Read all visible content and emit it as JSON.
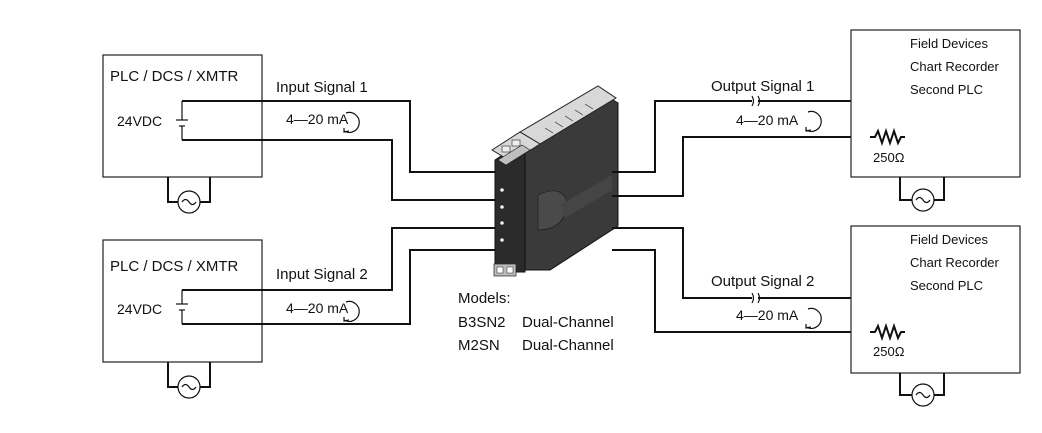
{
  "left_devices": [
    {
      "title": "PLC / DCS / XMTR",
      "supply": "24VDC",
      "signal_label": "Input Signal 1",
      "current": "4—20 mA"
    },
    {
      "title": "PLC / DCS / XMTR",
      "supply": "24VDC",
      "signal_label": "Input Signal 2",
      "current": "4—20 mA"
    }
  ],
  "right_devices": [
    {
      "lines": [
        "Field Devices",
        "Chart Recorder",
        "Second PLC"
      ],
      "signal_label": "Output Signal 1",
      "current": "4—20 mA",
      "resistor": "250Ω"
    },
    {
      "lines": [
        "Field Devices",
        "Chart Recorder",
        "Second PLC"
      ],
      "signal_label": "Output Signal 2",
      "current": "4—20 mA",
      "resistor": "250Ω"
    }
  ],
  "models": {
    "heading": "Models:",
    "rows": [
      {
        "model": "B3SN2",
        "desc": "Dual-Channel"
      },
      {
        "model": "M2SN",
        "desc": "Dual-Channel"
      }
    ]
  },
  "icons": {
    "ac_source": "ac-source-icon",
    "battery": "battery-icon",
    "resistor": "resistor-icon",
    "current_loop": "current-arrow-icon"
  }
}
